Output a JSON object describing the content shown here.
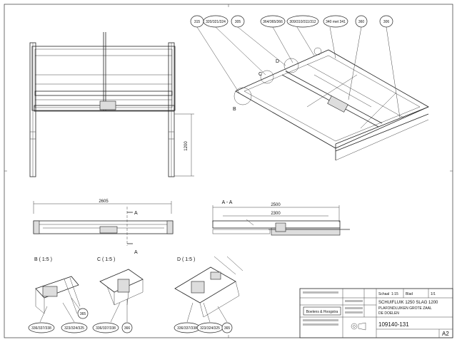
{
  "drawing": {
    "callouts_top": [
      "315",
      "320/321/324",
      "305",
      "364/365/366",
      "309/310/311/312",
      "340 met 341",
      "360",
      "306"
    ],
    "detail_letters": {
      "b": "B",
      "c": "C",
      "d": "D"
    },
    "dim_height": "1200",
    "dim_front_width": "2605",
    "section_mark": "A",
    "section_title": "A - A",
    "dim_section_outer": "2500",
    "dim_section_inner": "2300",
    "detail_titles": {
      "b": "B ( 1:5 )",
      "c": "C ( 1:5 )",
      "d": "D ( 1:5 )"
    },
    "detail_callouts": {
      "b_left": "336/337/338",
      "b_mid": "323/324/325",
      "b_right": "365",
      "c_left": "336/337/338",
      "c_right": "366",
      "d_left": "336/337/338",
      "d_mid": "323/324/325",
      "d_right": "365"
    }
  },
  "title_block": {
    "title_line1": "SCHUIFLUIK 1250 SLAG 1200",
    "title_line2": "PLAFONDLUIKEN GROTE ZAAL",
    "title_line3": "DE DOELEN",
    "drawing_number": "109140-131",
    "sheet_size": "A2",
    "scale_label": "Schaal",
    "scale_value": "1:15",
    "weight_label": "Blad",
    "sheet_of": "1/1",
    "company_name": "Boelens  &  Hoogstra"
  }
}
